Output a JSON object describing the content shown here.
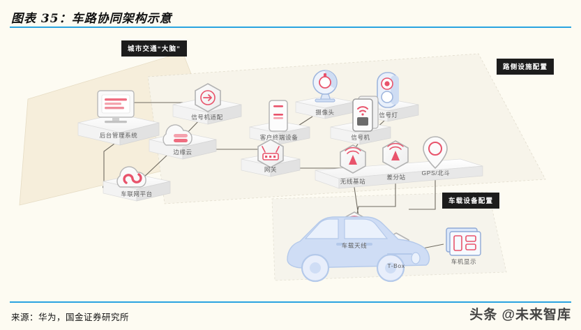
{
  "figure": {
    "title": "图表 35：车路协同架构示意",
    "source": "来源：华为，国金证券研究所",
    "watermark": "头条 @未来智库"
  },
  "colors": {
    "page_background": "#fdfbf2",
    "rule": "#29a3e0",
    "zone_left": "#f6efdc",
    "zone_right": "#f4f1e6",
    "zone_vehicle": "#f5f3ea",
    "banner_bg": "#1c1c1c",
    "banner_text": "#ffffff",
    "slab_top": "#fbfbfb",
    "slab_side": "#e3e3e3",
    "accent_red": "#e8536b",
    "accent_blue": "#b8cdf0",
    "label_text": "#5d5d5d",
    "connector": "#6f6a60",
    "car_body": "#ccdcf5"
  },
  "banners": [
    {
      "id": "banner-urban-brain",
      "label": "城市交通“大脑”"
    },
    {
      "id": "banner-roadside",
      "label": "路侧设施配置"
    },
    {
      "id": "banner-vehicle",
      "label": "车载设备配置"
    }
  ],
  "zones": [
    {
      "id": "zone-urban-brain",
      "banner": "城市交通“大脑”"
    },
    {
      "id": "zone-roadside",
      "banner": "路侧设施配置"
    },
    {
      "id": "zone-vehicle",
      "banner": "车载设备配置"
    }
  ],
  "nodes": {
    "backend_system": {
      "label": "后台管理系统",
      "icon": "monitor-icon"
    },
    "edge_cloud": {
      "label": "边缘云",
      "icon": "cloud-server-icon"
    },
    "iov_platform": {
      "label": "车联网平台",
      "icon": "cloud-link-icon"
    },
    "signal_adapter": {
      "label": "信号机适配",
      "icon": "hex-adapter-icon"
    },
    "camera": {
      "label": "摄像头",
      "icon": "camera-icon"
    },
    "cpe": {
      "label": "客户终端设备",
      "icon": "cpe-device-icon"
    },
    "traffic_light": {
      "label": "信号灯",
      "icon": "traffic-light-icon"
    },
    "signal_machine": {
      "label": "信号机",
      "icon": "signal-cabinet-icon"
    },
    "gateway": {
      "label": "网关",
      "icon": "hex-router-icon"
    },
    "base_station": {
      "label": "无线基站",
      "icon": "hex-antenna-icon"
    },
    "diff_station": {
      "label": "差分站",
      "icon": "hex-antenna-icon"
    },
    "gps_beidou": {
      "label": "GPS/北斗",
      "icon": "pin-satellite-icon"
    },
    "vehicle_antenna": {
      "label": "车载天线",
      "icon": "hex-wifi-icon"
    },
    "tbox": {
      "label": "T-Box",
      "icon": "hex-tbox-icon"
    },
    "head_unit": {
      "label": "车机显示",
      "icon": "screen-icon"
    }
  }
}
